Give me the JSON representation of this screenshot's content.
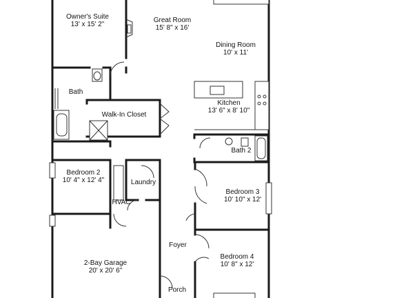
{
  "rooms": {
    "owners_suite": {
      "name": "Owner's Suite",
      "dims": "13' x 15' 2\""
    },
    "great_room": {
      "name": "Great Room",
      "dims": "15' 8\" x 16'"
    },
    "dining_room": {
      "name": "Dining Room",
      "dims": "10' x 11'"
    },
    "bath": {
      "name": "Bath"
    },
    "walk_in_closet": {
      "name": "Walk-In Closet"
    },
    "kitchen": {
      "name": "Kitchen",
      "dims": "13' 6\" x 8' 10\""
    },
    "bath2": {
      "name": "Bath 2"
    },
    "bedroom2": {
      "name": "Bedroom 2",
      "dims": "10' 4\" x 12' 4\""
    },
    "laundry": {
      "name": "Laundry"
    },
    "hvac": {
      "name": "HVAC"
    },
    "bedroom3": {
      "name": "Bedroom 3",
      "dims": "10' 10\" x 12'"
    },
    "foyer": {
      "name": "Foyer"
    },
    "bedroom4": {
      "name": "Bedroom 4",
      "dims": "10' 8\" x 12'"
    },
    "garage": {
      "name": "2-Bay Garage",
      "dims": "20' x 20' 6\""
    },
    "porch": {
      "name": "Porch"
    }
  }
}
